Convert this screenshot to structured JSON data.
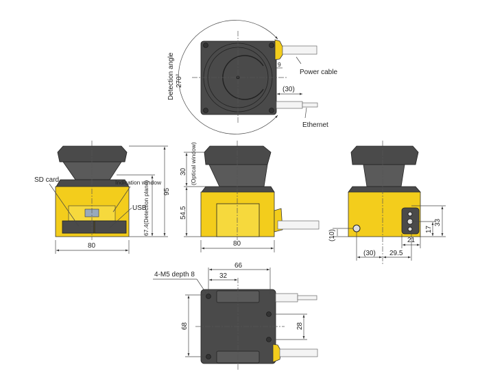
{
  "colors": {
    "housing": "#4a4a4a",
    "body": "#f3cd1c"
  },
  "top_view": {
    "angle_label": "Detection angle",
    "angle_value": "270°",
    "power_cable": "Power cable",
    "ethernet": "Ethernet",
    "dim_30": "(30)",
    "dim_9": "9"
  },
  "front_view": {
    "sd_card": "SD card",
    "indication_window": "Indication window",
    "usb": "USB",
    "dim_95": "95",
    "dim_67": "67.4(Detection plane)",
    "dim_80": "80"
  },
  "side_view": {
    "dim_30": "30",
    "optical_window": "(Optical window)",
    "dim_545": "54.5",
    "dim_80": "80"
  },
  "rear_view": {
    "dim_10": "(10)",
    "dim_33": "33",
    "dim_17": "17",
    "dim_21": "21",
    "dim_30": "(30)",
    "dim_295": "29.5"
  },
  "bottom_view": {
    "m5_label": "4-M5 depth 8",
    "dim_66": "66",
    "dim_32": "32",
    "dim_68": "68",
    "dim_28": "28"
  }
}
